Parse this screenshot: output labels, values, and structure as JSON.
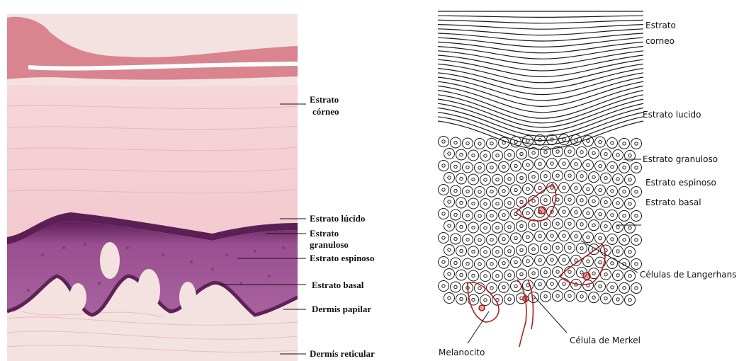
{
  "micrograph": {
    "labels": {
      "estrato_corneo_l1": "Estrato",
      "estrato_corneo_l2": "córneo",
      "estrato_lucido": "Estrato lúcido",
      "estrato_granuloso_l1": "Estrato",
      "estrato_granuloso_l2": "granuloso",
      "estrato_espinoso": "Estrato espinoso",
      "estrato_basal": "Estrato basal",
      "dermis_papilar": "Dermis papilar",
      "dermis_reticular": "Dermis reticular"
    },
    "colors": {
      "corneum_top": "#d9848f",
      "corneum": "#f3cdd3",
      "lucidum": "#f0d8dc",
      "granulosum": "#5b1e55",
      "spinosum": "#a8629e",
      "basal": "#7e3877",
      "dermis": "#f4e2e0"
    }
  },
  "drawing": {
    "labels": {
      "estrato_corneo_l1": "Estrato",
      "estrato_corneo_l2": "corneo",
      "estrato_lucido": "Estrato lucido",
      "estrato_granuloso": "Estrato granuloso",
      "estrato_espinoso": "Estrato espinoso",
      "estrato_basal": "Estrato basal",
      "langerhans": "Células de Langerhans",
      "merkel": "Célula de Merkel",
      "melanocito": "Melanocito"
    },
    "colors": {
      "ink": "#1a1a1a",
      "highlight_cells": "#b21e1e"
    }
  }
}
